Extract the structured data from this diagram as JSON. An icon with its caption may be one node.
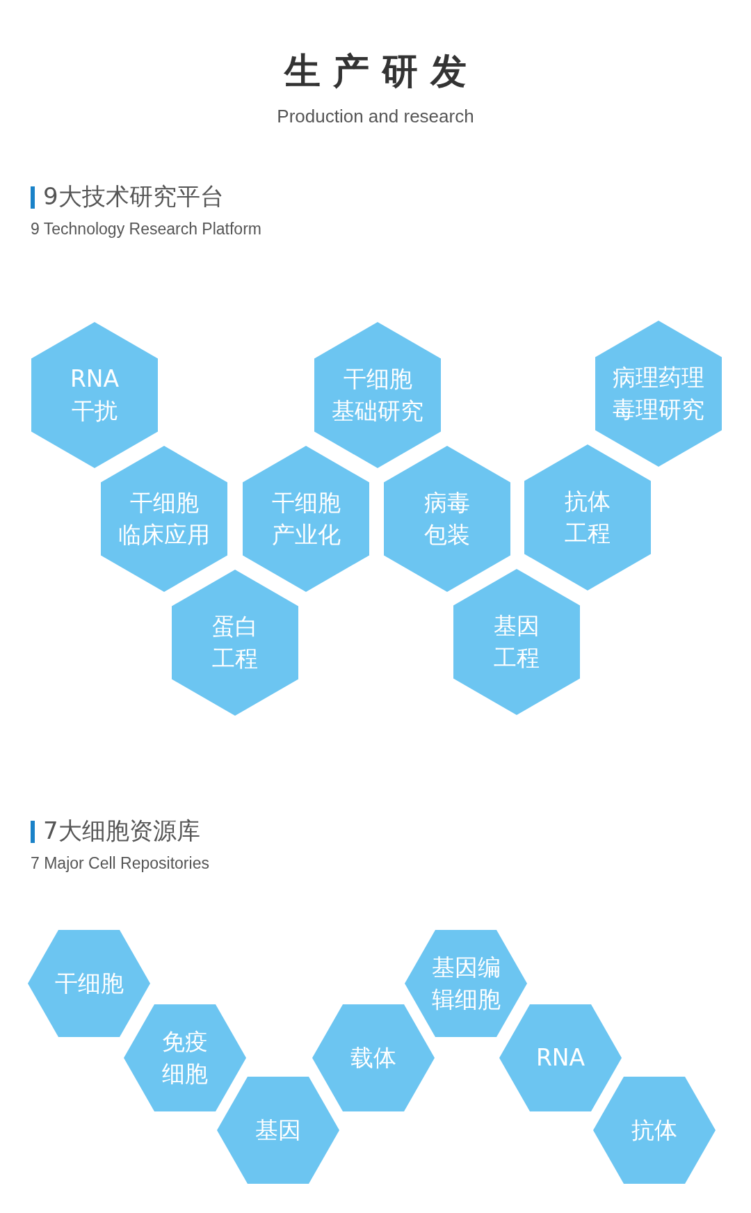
{
  "diagram": {
    "title": "生 产 研 发",
    "nodes": [
      {
        "text": [
          "RNA干扰"
        ]
      },
      {
        "text": [
          "干细胞基础研究"
        ]
      },
      {
        "text": [
          "病理药理毒理研究"
        ]
      },
      {
        "text": [
          "干细胞临床应用"
        ]
      },
      {
        "text": [
          "干细胞产业化"
        ]
      },
      {
        "text": [
          "病毒包装"
        ]
      },
      {
        "text": [
          "抗体工程"
        ]
      },
      {
        "text": [
          "蛋白工程"
        ]
      },
      {
        "text": [
          "基因工程"
        ]
      },
      {
        "text": [
          "干细胞"
        ]
      },
      {
        "text": [
          "免疫细胞"
        ]
      },
      {
        "text": [
          "基因"
        ]
      },
      {
        "text": [
          "载体"
        ]
      },
      {
        "text": [
          "基因编辑细胞"
        ]
      },
      {
        "text": [
          "RNA"
        ]
      },
      {
        "text": [
          "抗体"
        ]
      }
    ],
    "labels": [
      "Production and research",
      "9大技术研究平台",
      "9 Technology Research Platform",
      "7大细胞资源库",
      "7 Major Cell Repositories"
    ]
  }
}
